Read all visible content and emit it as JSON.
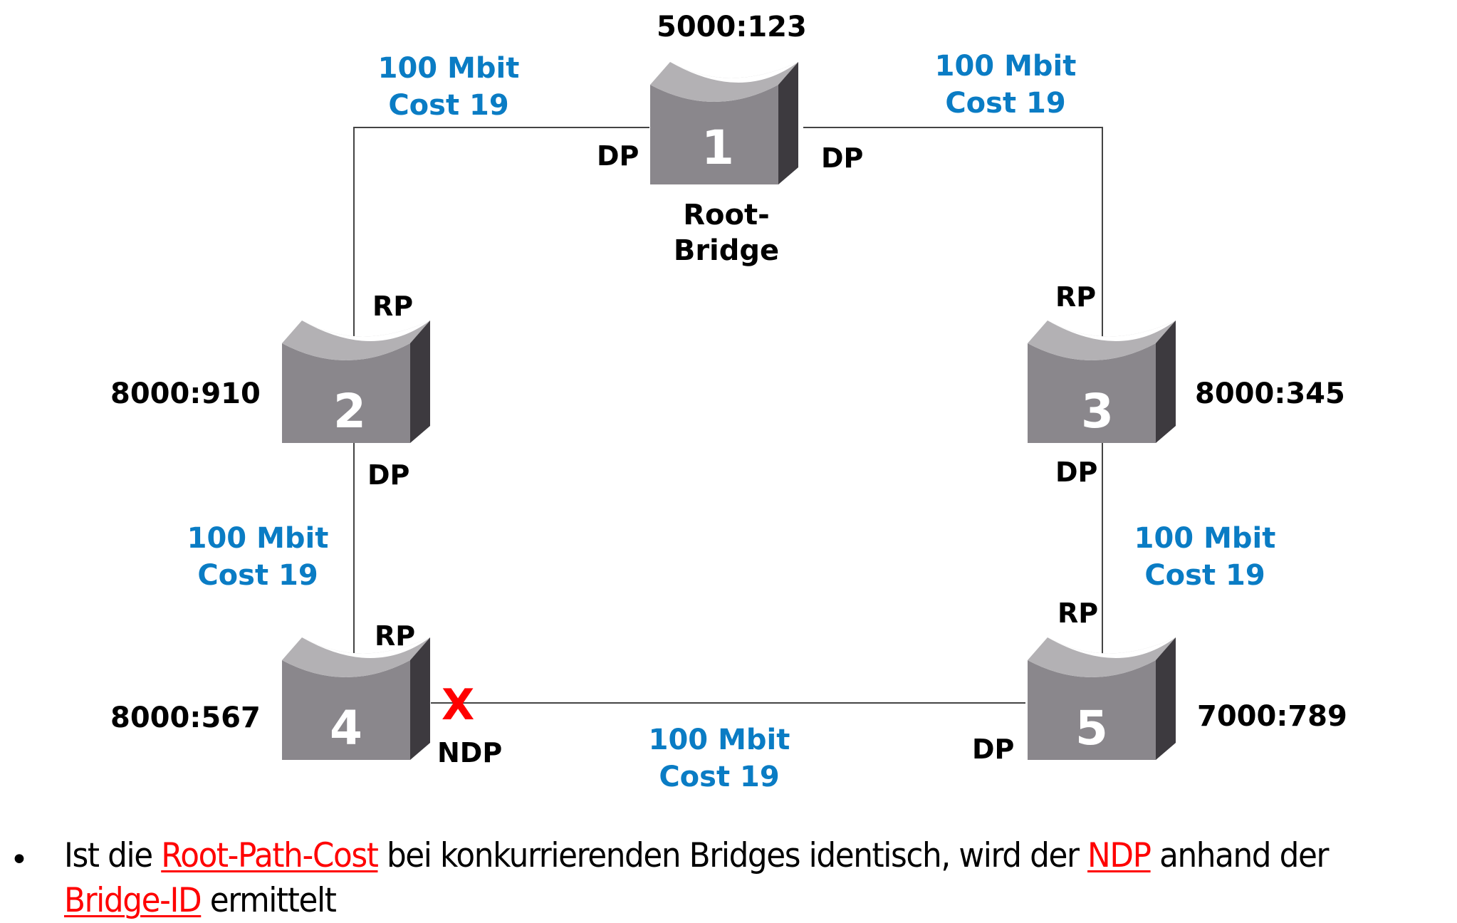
{
  "colors": {
    "link_label": "#0a7cc4",
    "highlight": "#ff0000",
    "bridge_front": "#8a878c",
    "bridge_top": "#b3b1b4",
    "bridge_side": "#3d3a3f",
    "blocked_mark": "#ff0000"
  },
  "bridges": [
    {
      "number": "1",
      "id": "5000:123",
      "role": "Root-Bridge",
      "role_line1": "Root-",
      "role_line2": "Bridge"
    },
    {
      "number": "2",
      "id": "8000:910"
    },
    {
      "number": "3",
      "id": "8000:345"
    },
    {
      "number": "4",
      "id": "8000:567"
    },
    {
      "number": "5",
      "id": "7000:789"
    }
  ],
  "links": [
    {
      "from": "1",
      "to": "2",
      "speed": "100 Mbit",
      "cost": "Cost 19",
      "port_from": "DP",
      "port_to": "RP"
    },
    {
      "from": "1",
      "to": "3",
      "speed": "100 Mbit",
      "cost": "Cost 19",
      "port_from": "DP",
      "port_to": "RP"
    },
    {
      "from": "2",
      "to": "4",
      "speed": "100 Mbit",
      "cost": "Cost 19",
      "port_from": "DP",
      "port_to": "RP"
    },
    {
      "from": "3",
      "to": "5",
      "speed": "100 Mbit",
      "cost": "Cost 19",
      "port_from": "DP",
      "port_to": "RP"
    },
    {
      "from": "4",
      "to": "5",
      "speed": "100 Mbit",
      "cost": "Cost 19",
      "port_from": "NDP",
      "port_to": "DP",
      "blocked_mark": "X"
    }
  ],
  "bullet": {
    "marker": "•",
    "part1": "Ist die ",
    "term1": "Root-Path-Cost",
    "part2": " bei konkurrierenden Bridges identisch, wird der ",
    "term2": "NDP",
    "part3": " anhand der ",
    "term3": "Bridge-ID",
    "part4": " ermittelt"
  }
}
